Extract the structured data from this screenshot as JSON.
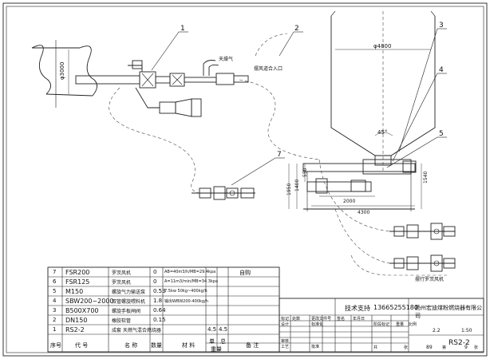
{
  "balloons": {
    "b1": "1",
    "b2": "2",
    "b3": "3",
    "b4": "4",
    "b5": "5",
    "b7": "7"
  },
  "annotations": {
    "pipe_dia": "φ3000",
    "tank_dia": "φ4800",
    "angle": "45°",
    "dry_air": "天燥气",
    "bypass_note": "摆风道合入口",
    "blower_label": "摆行罗茨风机"
  },
  "dimensions": {
    "d550": "550",
    "d1400": "1400",
    "d1950": "1950",
    "d1540": "1540",
    "d2000": "2000",
    "d4300": "4300"
  },
  "bom": {
    "rows": [
      {
        "no": "7",
        "code": "FSR200",
        "name": "罗茨风机",
        "spec": "AB=40m3/h/MB=29.4kpa",
        "qty": "0",
        "w1": "",
        "w2": "",
        "note": "自购"
      },
      {
        "no": "6",
        "code": "FSR125",
        "name": "罗茨风机",
        "spec": "A=11m3/min/MB=34.3kpa",
        "qty": "0",
        "w1": "",
        "w2": "",
        "note": ""
      },
      {
        "no": "5",
        "code": "M150",
        "name": "螺旋气力输送泵",
        "spec": "7.5kw 50kg~400kg/h",
        "qty": "0.53",
        "w1": "",
        "w2": "",
        "note": ""
      },
      {
        "no": "4",
        "code": "SBW200~2000",
        "name": "双管螺旋喂料机",
        "spec": "输出WBW200-400kg/h",
        "qty": "1.8",
        "w1": "",
        "w2": "",
        "note": ""
      },
      {
        "no": "3",
        "code": "B500X700",
        "name": "螺旋手板闸阀",
        "spec": "",
        "qty": "0.64",
        "w1": "",
        "w2": "",
        "note": ""
      },
      {
        "no": "2",
        "code": "DN150",
        "name": "橡胶软管",
        "spec": "",
        "qty": "0.15",
        "w1": "",
        "w2": "",
        "note": ""
      },
      {
        "no": "1",
        "code": "RS2-2",
        "name": "成套 天燃气混合燃烧器",
        "spec": "",
        "qty": "",
        "w1": "4.5",
        "w2": "4.5",
        "note": ""
      }
    ],
    "headers": {
      "no": "序号",
      "code": "代 号",
      "name": "名 称",
      "qty": "数量",
      "material": "材 料",
      "unit_w": "单",
      "total_w": "总",
      "weight": "重量",
      "note": "备 注"
    }
  },
  "title_block": {
    "tech_support": "技术支持",
    "phone": "13665255180",
    "company": "扬州宏迪煤粉燃烧器有限公司",
    "drawing_no": "RS2-2",
    "scale": "1:50",
    "sheet_num": "2.2",
    "sheets_total": "9",
    "row_labels": [
      "标记",
      "处数",
      "更改文件号",
      "签名",
      "年月日"
    ],
    "roles": [
      "设计",
      "标准化",
      "审核",
      "工艺",
      "批准"
    ],
    "stage_labels": [
      "阶段标记",
      "重量",
      "比例"
    ],
    "sheet_labels": [
      "共",
      "张",
      "第",
      "张"
    ],
    "sheet_of": "89"
  }
}
